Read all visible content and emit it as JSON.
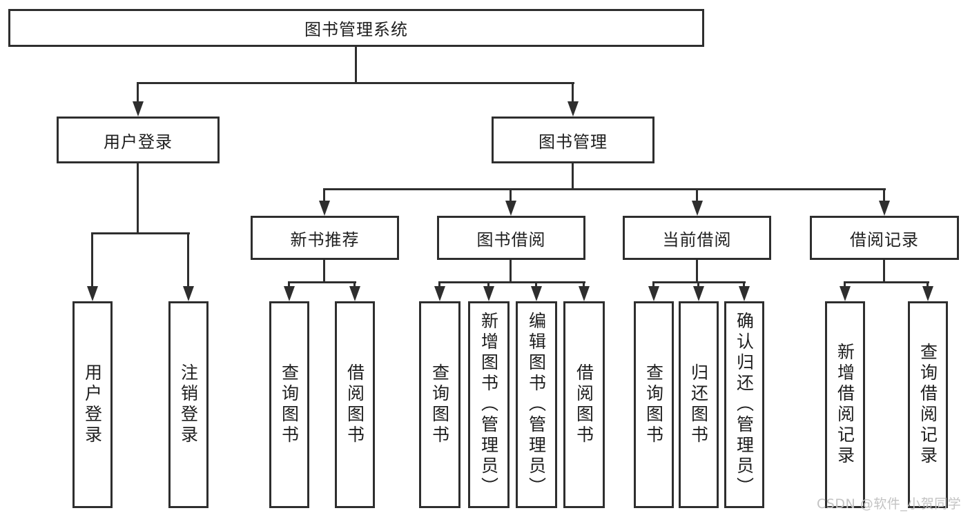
{
  "colors": {
    "line": "#2e2e2e",
    "text": "#1e1e1e",
    "background": "#ffffff",
    "watermark": "#c3c3c3"
  },
  "tree": {
    "root": {
      "label": "图书管理系统"
    },
    "level2": [
      {
        "label": "用户登录"
      },
      {
        "label": "图书管理"
      }
    ],
    "level3": [
      {
        "label": "新书推荐"
      },
      {
        "label": "图书借阅"
      },
      {
        "label": "当前借阅"
      },
      {
        "label": "借阅记录"
      }
    ],
    "leaves": {
      "user_login": [
        {
          "label": "用户登录"
        },
        {
          "label": "注销登录"
        }
      ],
      "new_book_recommend": [
        {
          "label": "查询图书"
        },
        {
          "label": "借阅图书"
        }
      ],
      "book_borrow": [
        {
          "label": "查询图书"
        },
        {
          "label": "新增图书（管理员）"
        },
        {
          "label": "编辑图书（管理员）"
        },
        {
          "label": "借阅图书"
        }
      ],
      "current_borrow": [
        {
          "label": "查询图书"
        },
        {
          "label": "归还图书"
        },
        {
          "label": "确认归还（管理员）"
        }
      ],
      "borrow_records": [
        {
          "label": "新增借阅记录"
        },
        {
          "label": "查询借阅记录"
        }
      ]
    }
  },
  "watermark": {
    "text": "CSDN @软件_小贺同学"
  }
}
